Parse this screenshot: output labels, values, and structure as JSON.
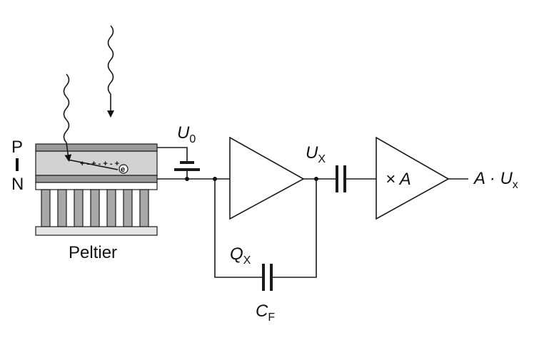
{
  "detector": {
    "layer_p_label": "P",
    "layer_i_label": "I",
    "layer_n_label": "N",
    "cooler_label": "Peltier",
    "charge_symbols": "+ - + - + - +",
    "electron_symbol": "e",
    "colors": {
      "electrode": "#9a9a9a",
      "intrinsic": "#d2d2d2",
      "peltier_fin": "#a8a8a8",
      "peltier_base": "#e6e6e6"
    }
  },
  "bias": {
    "symbol": "U",
    "subscript": "0"
  },
  "charge_amp_input": {
    "symbol": "Q",
    "subscript": "X"
  },
  "feedback_cap": {
    "symbol": "C",
    "subscript": "F"
  },
  "amp_output": {
    "symbol": "U",
    "subscript": "X"
  },
  "gain_stage": {
    "label": "× A"
  },
  "output_signal": {
    "main": "A · U",
    "subscript": "x"
  },
  "radiation": {
    "icon": "wavy-arrow-icon"
  }
}
